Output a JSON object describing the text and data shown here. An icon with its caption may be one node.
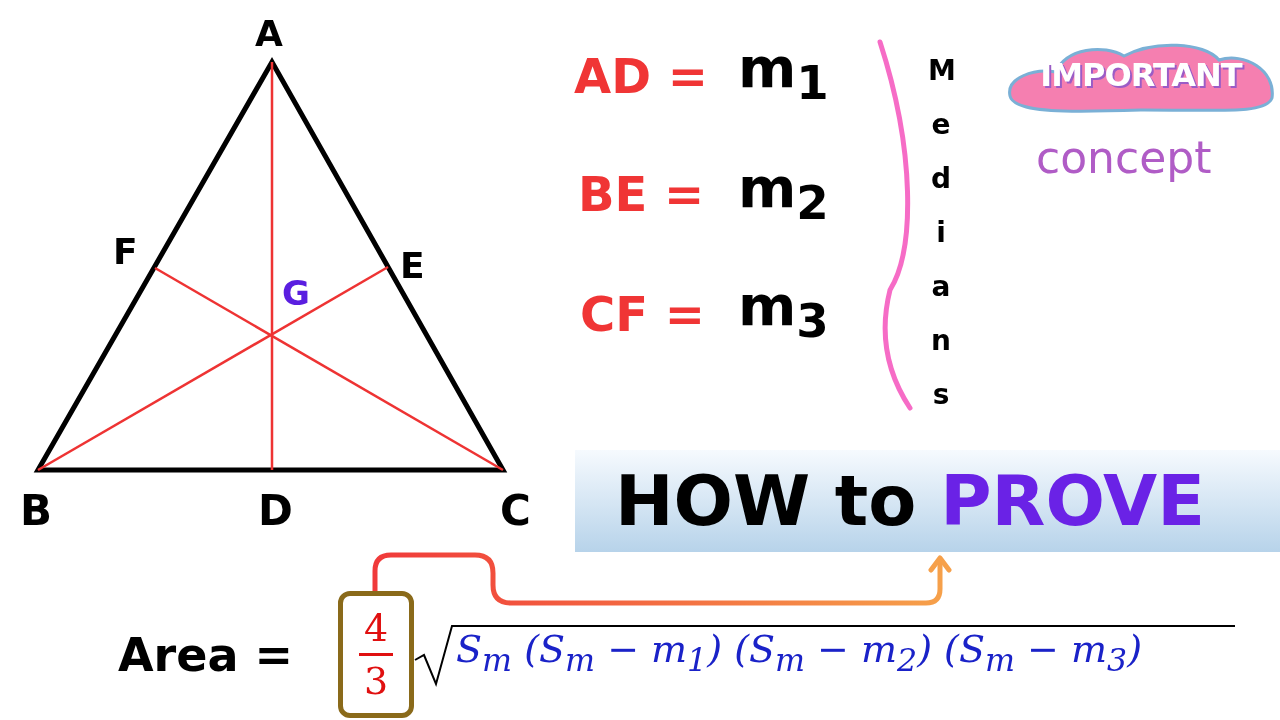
{
  "diagram": {
    "nodes": [
      {
        "text": [
          "4",
          "3"
        ]
      },
      {
        "text": [
          "HOW to",
          "PROVE"
        ]
      },
      {
        "text": [
          "IMPORTANT"
        ],
        "beside": [
          "concept"
        ]
      }
    ],
    "edges": [
      {
        "from": 0,
        "to": 1,
        "arrow": "to"
      }
    ],
    "labels": [
      "A",
      "AD =",
      "m$_{1}$",
      "Medians",
      "BE =",
      "m$_{2}$",
      "F",
      "E",
      "G",
      "CF =",
      "m$_{3}$",
      "B",
      "D",
      "C",
      "Area =",
      "S$_{m}$ (S$_{m}$ − m$_{1}$) (S$_{m}$ − m$_{2}$) (S$_{m}$ − m$_{3}$)"
    ]
  }
}
